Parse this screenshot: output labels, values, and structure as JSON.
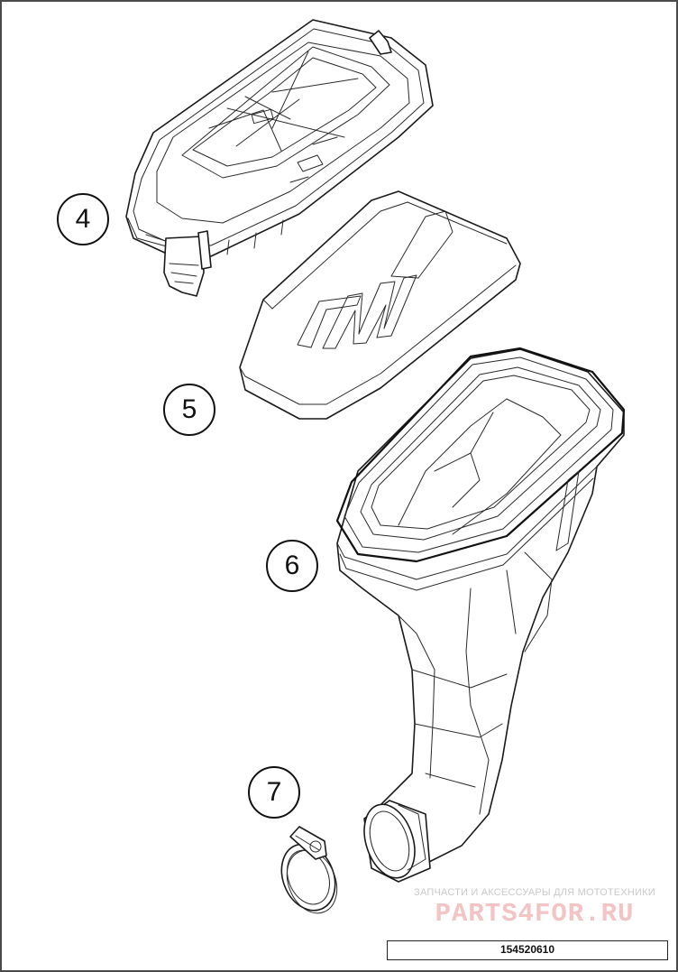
{
  "diagram": {
    "parts": [
      {
        "callout": "4",
        "name": "air filter box cover"
      },
      {
        "callout": "5",
        "name": "air filter"
      },
      {
        "callout": "6",
        "name": "air filter box"
      },
      {
        "callout": "7",
        "name": "hose clamp"
      }
    ],
    "brand_mark": "KTM",
    "drawing_code": "154520610"
  },
  "watermark": {
    "tagline": "ЗАПЧАСТИ И АКСЕССУАРЫ ДЛЯ МОТОТЕХНИКИ",
    "logo": "PARTS4FOR.RU",
    "color": "#e87b7b"
  },
  "colors": {
    "line": "#1a1a1a",
    "background": "#ffffff",
    "frame": "#4a4a4a"
  }
}
